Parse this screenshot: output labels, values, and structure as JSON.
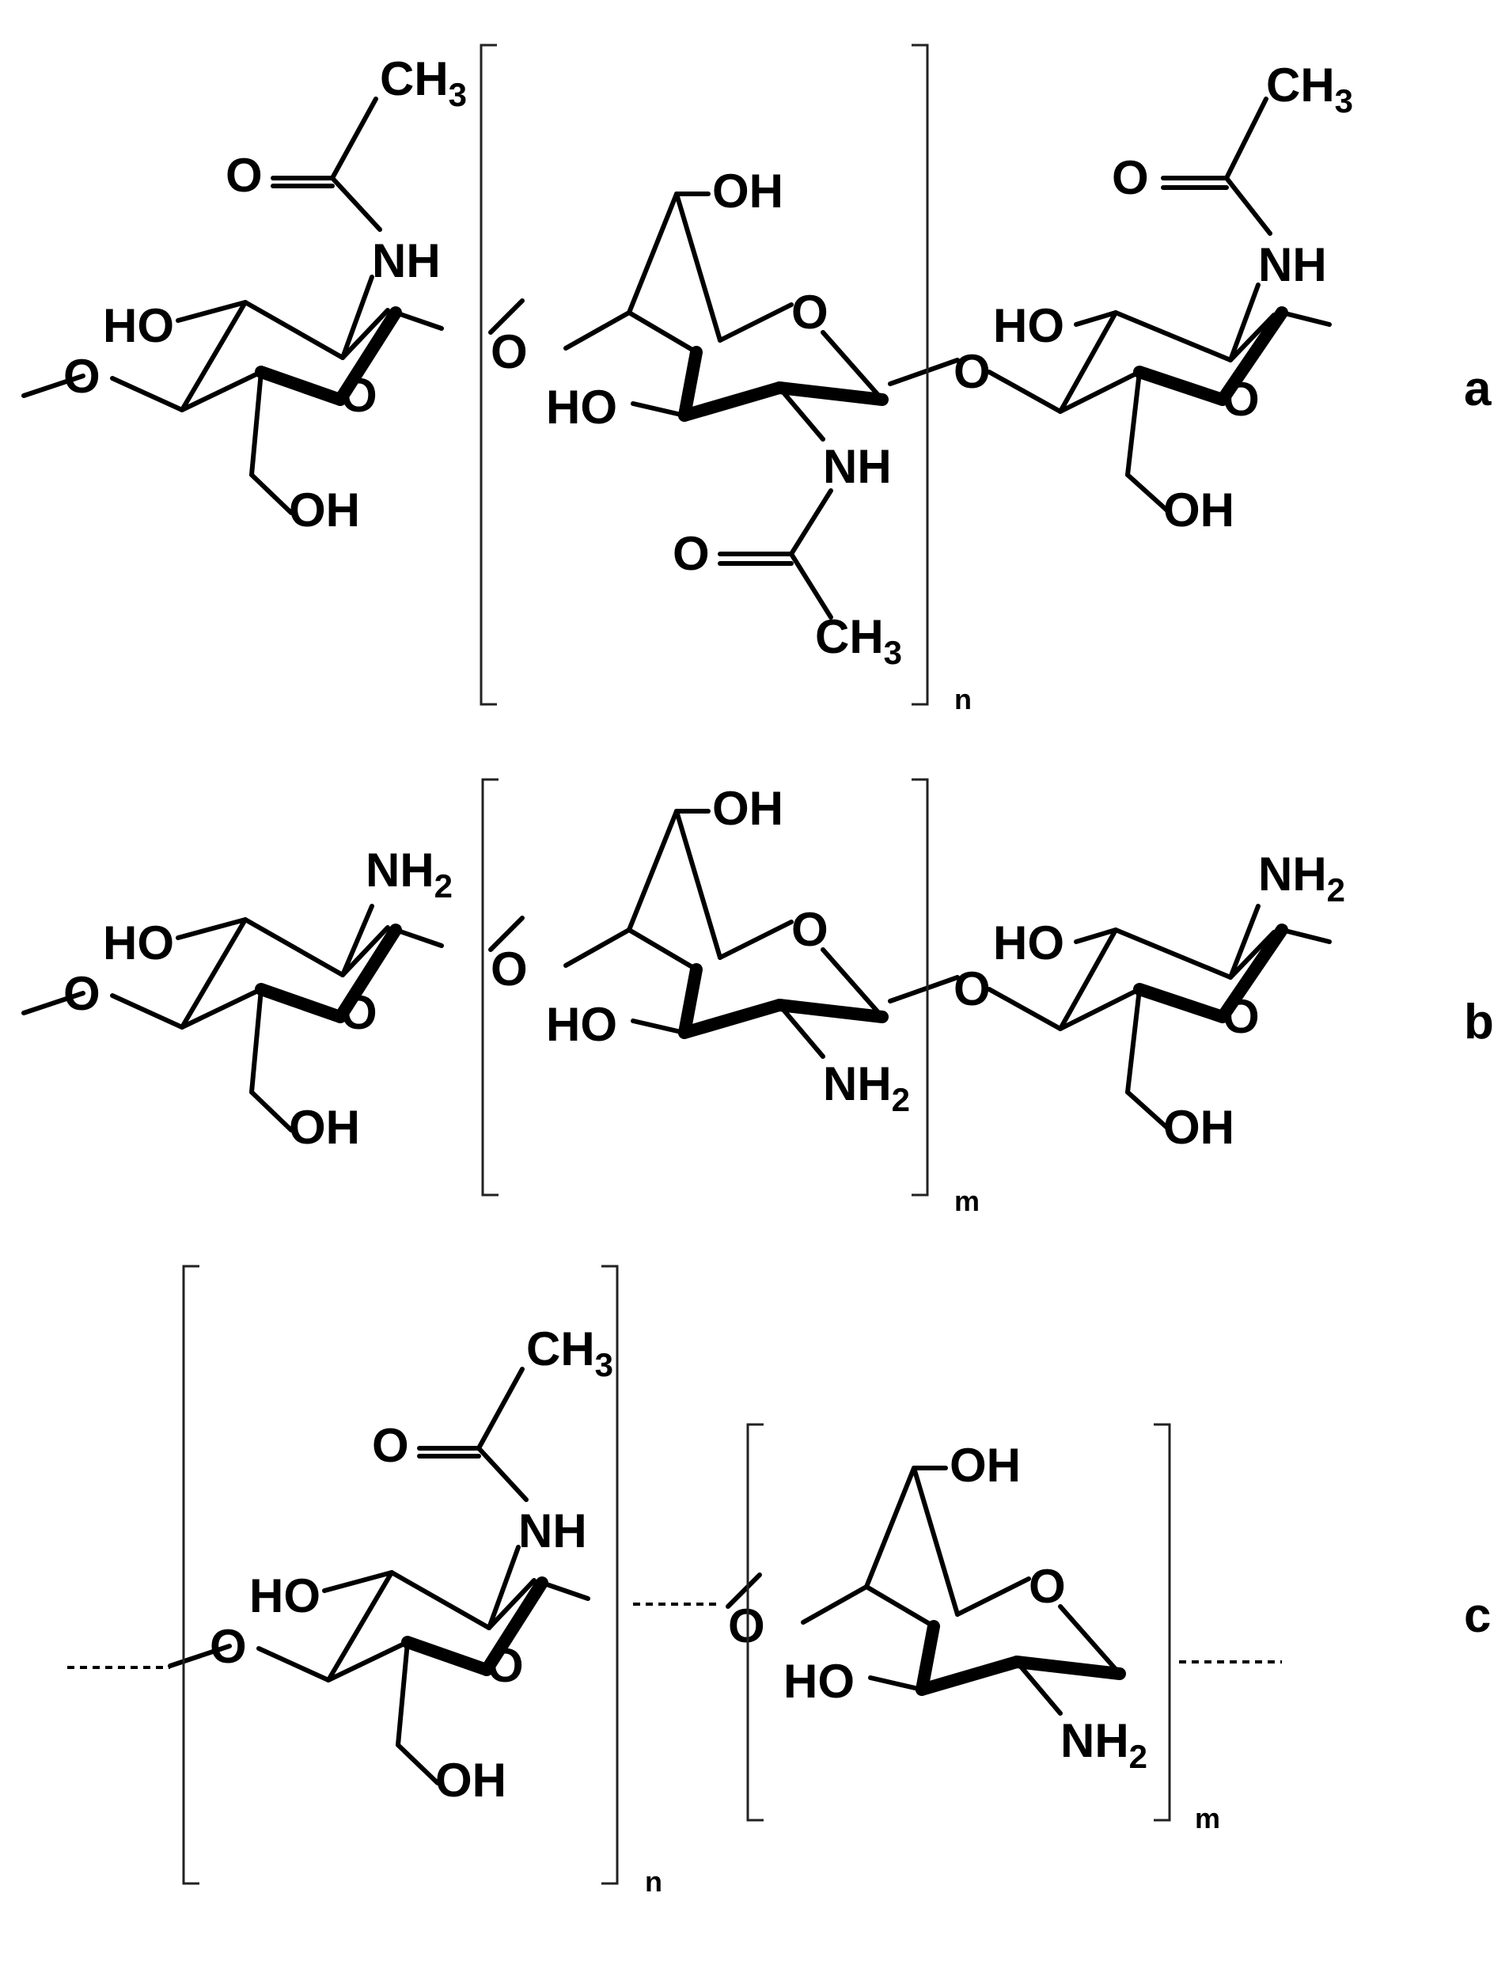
{
  "atoms": {
    "o": "O",
    "nh": "NH",
    "ho": "HO",
    "oh": "OH",
    "ch": "CH",
    "nh2": "NH",
    "sub3": "3",
    "sub2": "2"
  },
  "panels": [
    {
      "label": "a",
      "repeat": [
        "n"
      ]
    },
    {
      "label": "b",
      "repeat": [
        "m"
      ]
    },
    {
      "label": "c",
      "repeat": [
        "n",
        "m"
      ]
    }
  ]
}
